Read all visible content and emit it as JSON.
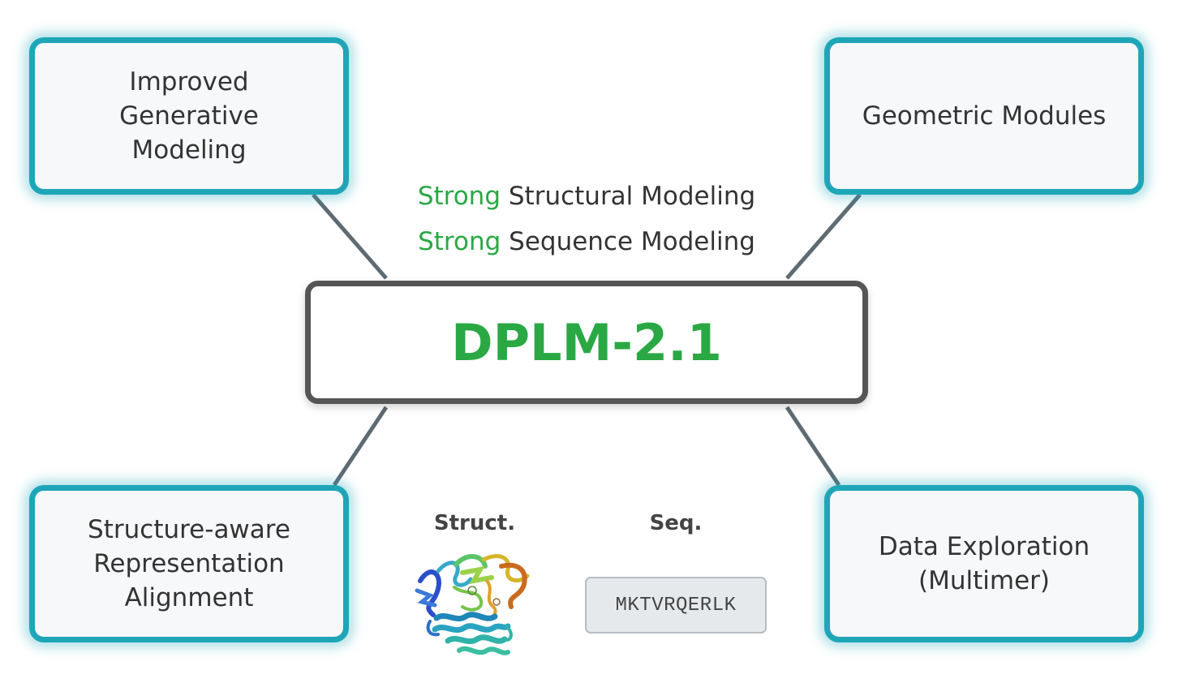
{
  "center": {
    "title": "DPLM-2.1"
  },
  "strengths": [
    {
      "highlight": "Strong",
      "rest": " Structural Modeling"
    },
    {
      "highlight": "Strong",
      "rest": " Sequence Modeling"
    }
  ],
  "features": {
    "top_left": {
      "lines": [
        "Improved",
        "Generative",
        "Modeling"
      ]
    },
    "top_right": {
      "lines": [
        "Geometric Modules"
      ]
    },
    "bottom_left": {
      "lines": [
        "Structure-aware",
        "Representation",
        "Alignment"
      ]
    },
    "bottom_right": {
      "lines": [
        "Data Exploration",
        "(Multimer)"
      ]
    }
  },
  "modalities": {
    "struct_label": "Struct.",
    "seq_label": "Seq.",
    "sequence": "MKTVRQERLK"
  },
  "colors": {
    "accent_green": "#2aa844",
    "box_border_teal": "#1ea6b8",
    "center_border": "#555555",
    "connector": "#5f6b73"
  }
}
